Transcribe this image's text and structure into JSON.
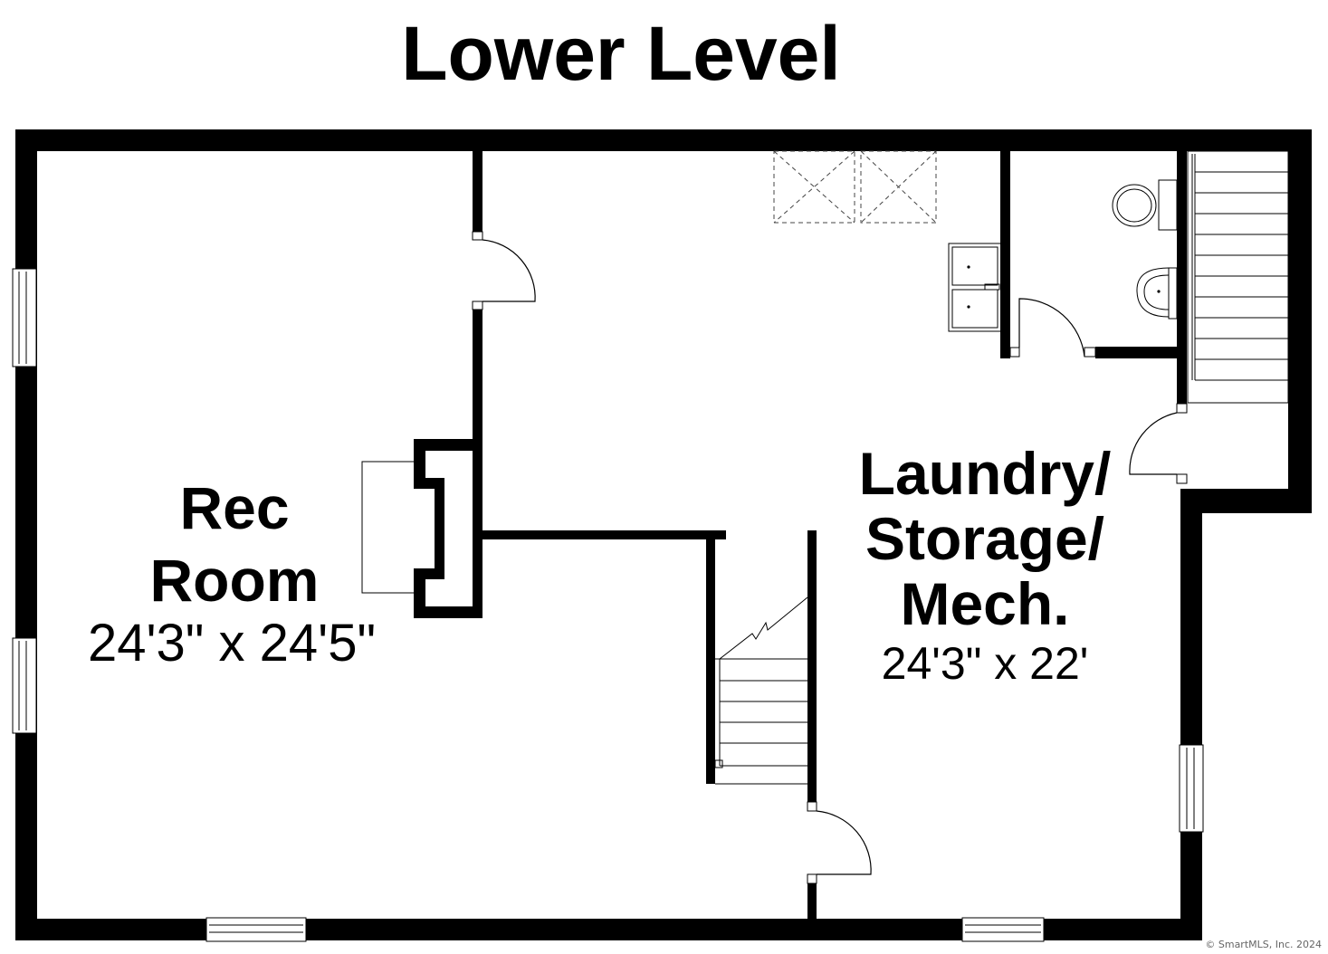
{
  "plan": {
    "title": "Lower Level",
    "rooms": [
      {
        "name_lines": [
          "Rec",
          "Room"
        ],
        "dimensions": "24'3\" x 24'5\""
      },
      {
        "name_lines": [
          "Laundry/",
          "Storage/",
          "Mech."
        ],
        "dimensions": "24'3\" x 22'"
      }
    ],
    "copyright": "© SmartMLS, Inc.  2024"
  }
}
